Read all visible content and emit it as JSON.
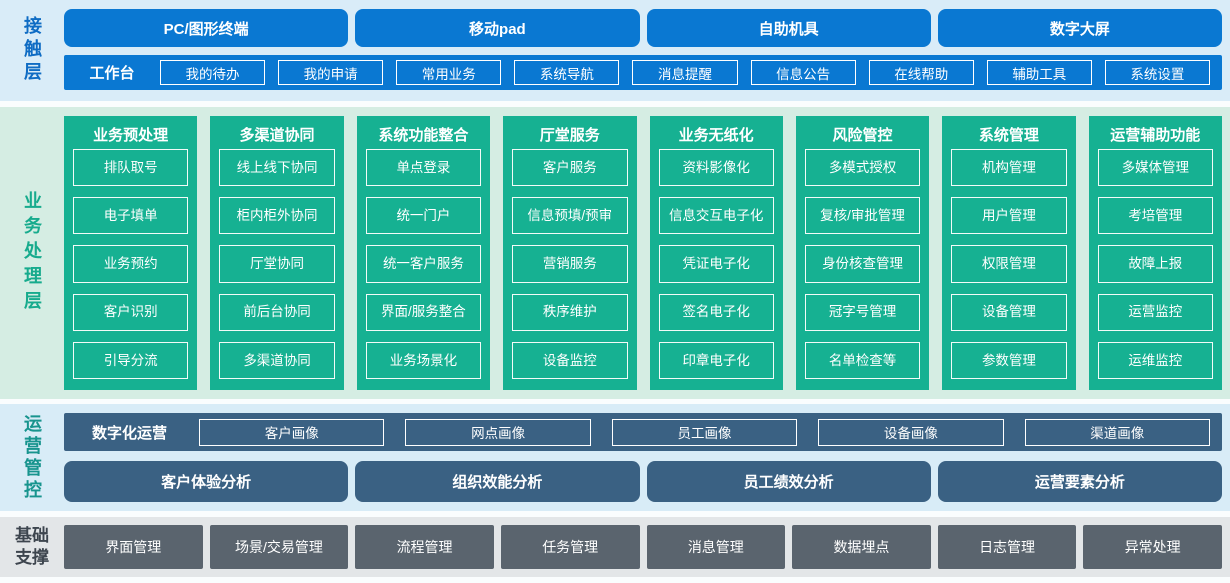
{
  "colors": {
    "primary_blue": "#0a78d2",
    "label_blue": "#0f6cc4",
    "green": "#16b192",
    "label_green": "#17ab8d",
    "slate_blue": "#3a6183",
    "label_teal": "#17948e",
    "dark_gray": "#5a646e",
    "label_dark": "#3d454e",
    "bg_contact": "#d9ecf8",
    "bg_business": "#d5ede3",
    "bg_ops": "#d8ecf7",
    "bg_foundation": "#e3e6e8"
  },
  "layers": {
    "contact": {
      "label": "接触层",
      "terminals": [
        "PC/图形终端",
        "移动pad",
        "自助机具",
        "数字大屏"
      ],
      "workbench": {
        "label": "工作台",
        "items": [
          "我的待办",
          "我的申请",
          "常用业务",
          "系统导航",
          "消息提醒",
          "信息公告",
          "在线帮助",
          "辅助工具",
          "系统设置"
        ]
      }
    },
    "business": {
      "label": "业务处理层",
      "columns": [
        {
          "title": "业务预处理",
          "items": [
            "排队取号",
            "电子填单",
            "业务预约",
            "客户识别",
            "引导分流"
          ]
        },
        {
          "title": "多渠道协同",
          "items": [
            "线上线下协同",
            "柜内柜外协同",
            "厅堂协同",
            "前后台协同",
            "多渠道协同"
          ]
        },
        {
          "title": "系统功能整合",
          "items": [
            "单点登录",
            "统一门户",
            "统一客户服务",
            "界面/服务整合",
            "业务场景化"
          ]
        },
        {
          "title": "厅堂服务",
          "items": [
            "客户服务",
            "信息预填/预审",
            "营销服务",
            "秩序维护",
            "设备监控"
          ]
        },
        {
          "title": "业务无纸化",
          "items": [
            "资料影像化",
            "信息交互电子化",
            "凭证电子化",
            "签名电子化",
            "印章电子化"
          ]
        },
        {
          "title": "风险管控",
          "items": [
            "多模式授权",
            "复核/审批管理",
            "身份核查管理",
            "冠字号管理",
            "名单检查等"
          ]
        },
        {
          "title": "系统管理",
          "items": [
            "机构管理",
            "用户管理",
            "权限管理",
            "设备管理",
            "参数管理"
          ]
        },
        {
          "title": "运营辅助功能",
          "items": [
            "多媒体管理",
            "考培管理",
            "故障上报",
            "运营监控",
            "运维监控"
          ]
        }
      ]
    },
    "operations": {
      "label": "运营管控",
      "digital": {
        "label": "数字化运营",
        "items": [
          "客户画像",
          "网点画像",
          "员工画像",
          "设备画像",
          "渠道画像"
        ]
      },
      "analysis": [
        "客户体验分析",
        "组织效能分析",
        "员工绩效分析",
        "运营要素分析"
      ]
    },
    "foundation": {
      "label": "基础支撑",
      "items": [
        "界面管理",
        "场景/交易管理",
        "流程管理",
        "任务管理",
        "消息管理",
        "数据埋点",
        "日志管理",
        "异常处理"
      ]
    }
  }
}
